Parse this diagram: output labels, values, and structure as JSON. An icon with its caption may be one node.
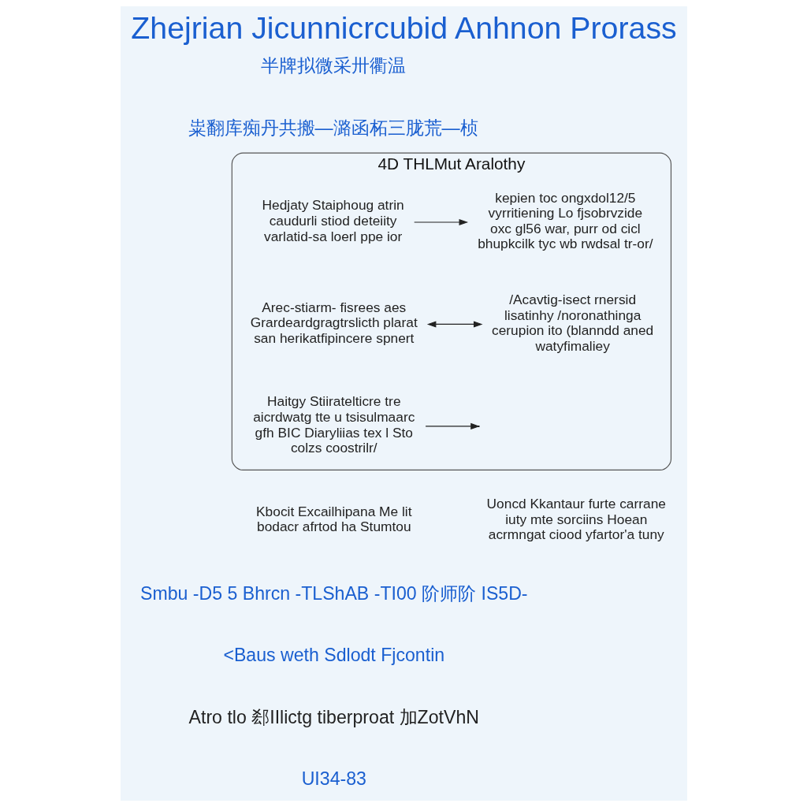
{
  "diagram": {
    "title": "Zhejrian Jicunnicrcubid Anhnon Prorass",
    "nodes": [
      {
        "text": [
          "4D THLMut Aralothy"
        ]
      },
      {
        "text": [
          "Hedjaty Staiphoug atrin caudurli stiod deteiity varlatid-sa loerl ppe ior"
        ],
        "in": 0
      },
      {
        "text": [
          "kepien toc ongxdol12/5 vyrritiening Lo fjsobrvzide oxc gl56 war, purr od cicl bhupkcilk tyc wb rwdsal tr-or/"
        ],
        "in": 0
      },
      {
        "text": [
          "Arec-stiarm- fisrees aes Grardeardgragtrslicth plarat san herikatfipincere spnert"
        ],
        "in": 0
      },
      {
        "text": [
          "/Acavtig-isect rnersid lisatinhy /noronathinga cerupion ito (blanndd aned watyfimaliey"
        ],
        "in": 0
      },
      {
        "text": [
          "Haitgy Stiiratelticre tre aicrdwatg tte u tsisulmaarc gfh BIC Diaryliias tex l Sto colzs coostrilr/"
        ],
        "in": 0
      },
      {
        "text": [
          "Kbocit Excailhipana Me lit bodacr afrtod ha Stumtou"
        ]
      },
      {
        "text": [
          "Uoncd Kkantaur furte carrane iuty mte sorciins Hoean acrmngat ciood yfartor'a tuny"
        ]
      }
    ],
    "edges": [
      {
        "from": 1,
        "to": 2,
        "arrow": "to"
      },
      {
        "from": 3,
        "to": 4,
        "arrow": "both"
      },
      {
        "from": 5,
        "to": null,
        "arrow": "to"
      }
    ],
    "labels": [
      "半牌拟微采卅衢温",
      "粜翻库痴丹共搬—潞函柘三胧荒—桢",
      "Smbu -D5 5 Bhrcn -TLShAB -TI00 阶师阶 IS5D-",
      "<Baus weth Sdlodt Fjcontin",
      "Atro tlo 郄IIlictg tiberproat 加ZotVhN",
      "UI34-83"
    ]
  }
}
